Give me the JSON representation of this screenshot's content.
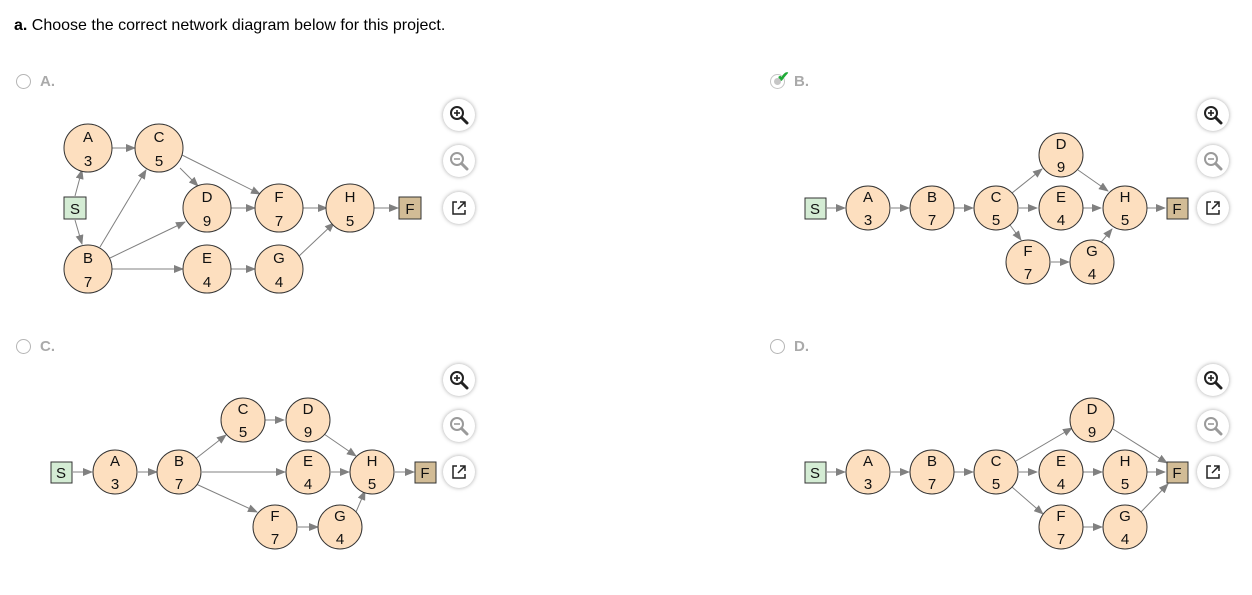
{
  "question": {
    "part": "a.",
    "text": "Choose the correct network diagram below for this project."
  },
  "options": [
    {
      "letter": "A.",
      "selected": false
    },
    {
      "letter": "B.",
      "selected": true
    },
    {
      "letter": "C.",
      "selected": false
    },
    {
      "letter": "D.",
      "selected": false
    }
  ],
  "nodes": {
    "S": "S",
    "A": "A",
    "B": "B",
    "C": "C",
    "D": "D",
    "E": "E",
    "F": "F",
    "G": "G",
    "H": "H",
    "Fin": "F",
    "A_d": "3",
    "B_d": "7",
    "C_d": "5",
    "D_d": "9",
    "E_d": "4",
    "F_d": "7",
    "G_d": "4",
    "H_d": "5"
  },
  "tool_icons": [
    "zoom-in-icon",
    "zoom-out-icon",
    "external-link-icon"
  ],
  "colors": {
    "activity": "#fddfbf",
    "start": "#d4ecd4",
    "finish": "#d2bc96",
    "arrow": "#808080",
    "check": "#1faa37"
  }
}
